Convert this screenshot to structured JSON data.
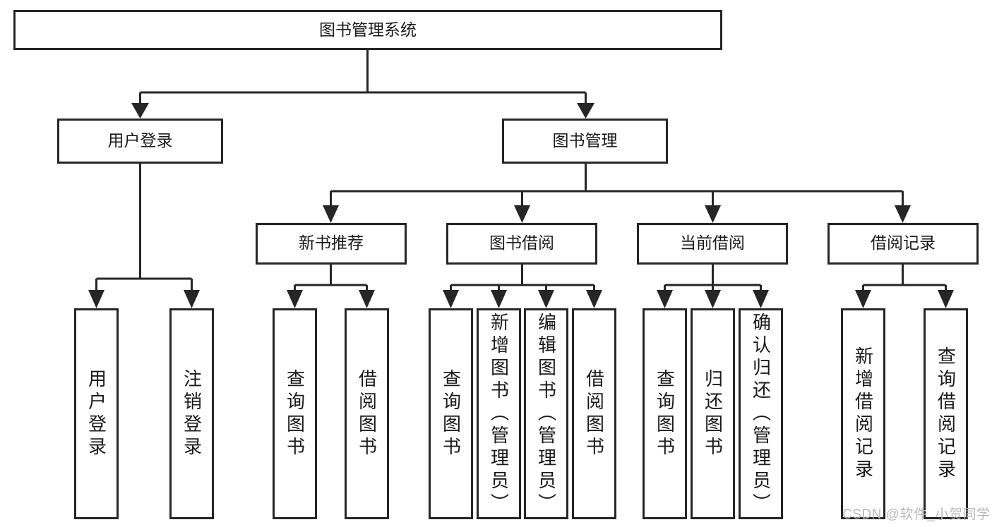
{
  "diagram": {
    "type": "tree-hierarchy-chart",
    "title": "图书管理系统",
    "watermark": "CSDN @软件_小贺同学",
    "colors": {
      "stroke": "#262626",
      "fill": "#ffffff",
      "text": "#1a1a1a",
      "watermark": "#b9b9b9"
    },
    "levels": {
      "root": {
        "label": "图书管理系统"
      },
      "level2": [
        {
          "id": "user-login",
          "label": "用户登录"
        },
        {
          "id": "book-management",
          "label": "图书管理"
        }
      ],
      "level3": [
        {
          "id": "new-book-recommend",
          "label": "新书推荐",
          "parent": "book-management"
        },
        {
          "id": "book-borrow",
          "label": "图书借阅",
          "parent": "book-management"
        },
        {
          "id": "current-borrow",
          "label": "当前借阅",
          "parent": "book-management"
        },
        {
          "id": "borrow-record",
          "label": "借阅记录",
          "parent": "book-management"
        }
      ],
      "leaves": [
        {
          "id": "leaf-user-login",
          "label": "用户登录",
          "parent": "user-login"
        },
        {
          "id": "leaf-logout-login",
          "label": "注销登录",
          "parent": "user-login"
        },
        {
          "id": "leaf-query-book-1",
          "label": "查询图书",
          "parent": "new-book-recommend"
        },
        {
          "id": "leaf-borrow-book-1",
          "label": "借阅图书",
          "parent": "new-book-recommend"
        },
        {
          "id": "leaf-query-book-2",
          "label": "查询图书",
          "parent": "book-borrow"
        },
        {
          "id": "leaf-add-book",
          "label": "新增图书（管理员）",
          "parent": "book-borrow"
        },
        {
          "id": "leaf-edit-book",
          "label": "编辑图书（管理员）",
          "parent": "book-borrow"
        },
        {
          "id": "leaf-borrow-book-2",
          "label": "借阅图书",
          "parent": "book-borrow"
        },
        {
          "id": "leaf-query-book-3",
          "label": "查询图书",
          "parent": "current-borrow"
        },
        {
          "id": "leaf-return-book",
          "label": "归还图书",
          "parent": "current-borrow"
        },
        {
          "id": "leaf-confirm-return",
          "label": "确认归还（管理员）",
          "parent": "current-borrow"
        },
        {
          "id": "leaf-add-record",
          "label": "新增借阅记录",
          "parent": "borrow-record"
        },
        {
          "id": "leaf-query-record",
          "label": "查询借阅记录",
          "parent": "borrow-record"
        }
      ]
    }
  }
}
